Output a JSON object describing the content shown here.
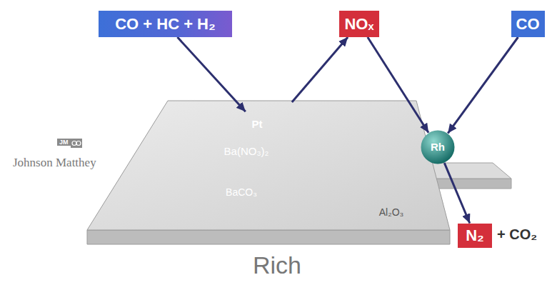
{
  "diagram": {
    "caption": "Rich",
    "nodes": [
      {
        "text": [
          "CO + HC + H₂"
        ]
      },
      {
        "text": [
          "NOₓ"
        ]
      },
      {
        "text": [
          "CO"
        ]
      },
      {
        "text": [
          "Al₂O₃"
        ]
      },
      {
        "text": [
          "Ba(NO₃)₂",
          "BaCO₃"
        ],
        "in": 3
      },
      {
        "text": [
          "Pt"
        ],
        "in": 4
      },
      {
        "text": [
          "Rh"
        ]
      },
      {
        "text": [
          "N₂"
        ]
      }
    ],
    "edges": [
      {
        "from": 0,
        "to": 5,
        "arrow": "to"
      },
      {
        "from": 4,
        "to": 1,
        "arrow": "to"
      },
      {
        "from": 1,
        "to": 6,
        "arrow": "to"
      },
      {
        "from": 2,
        "to": 6,
        "arrow": "to"
      },
      {
        "from": 6,
        "to": 7,
        "arrow": "to"
      }
    ],
    "labels": [
      "+ CO₂",
      "JM",
      "Johnson Matthey"
    ]
  }
}
